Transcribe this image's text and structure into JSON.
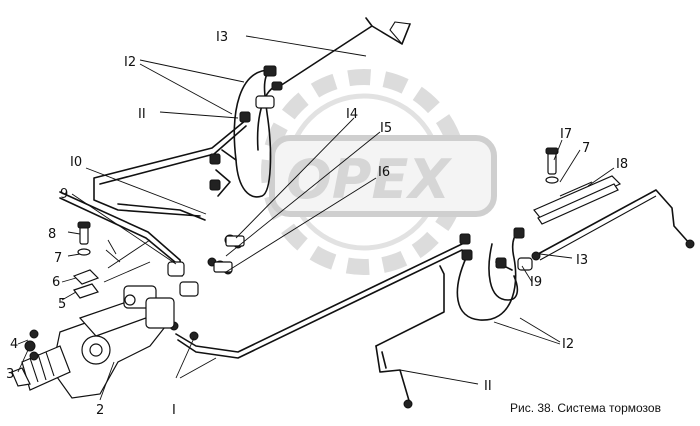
{
  "watermark": "OPEX",
  "caption": "Рис. 38. Система тормозов",
  "callouts": {
    "c1": "I",
    "c2": "2",
    "c3": "3",
    "c4": "4",
    "c5": "5",
    "c6": "6",
    "c7a": "7",
    "c7b": "7",
    "c8": "8",
    "c9": "9",
    "c10": "I0",
    "c11a": "II",
    "c11b": "II",
    "c12a": "I2",
    "c12b": "I2",
    "c13a": "I3",
    "c13b": "I3",
    "c14": "I4",
    "c15": "I5",
    "c16": "I6",
    "c17": "I7",
    "c18": "I8",
    "c19": "I9"
  }
}
